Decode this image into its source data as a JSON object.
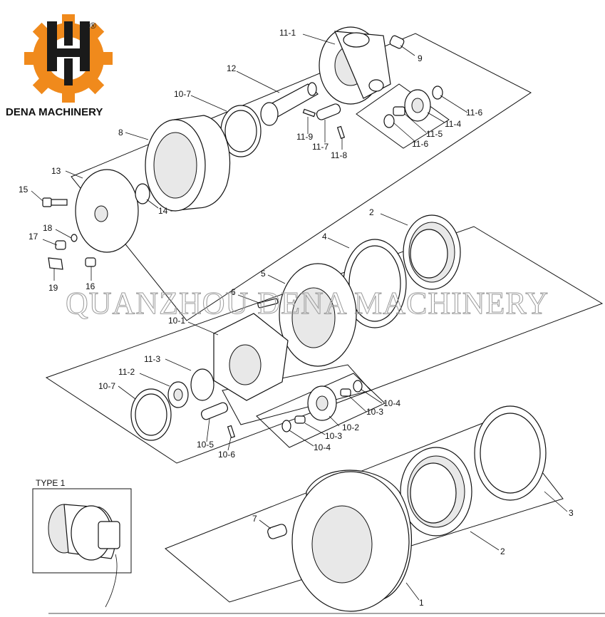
{
  "brand": {
    "name": "DENA MACHINERY",
    "registered": "®",
    "color": "#f08a1c"
  },
  "watermark": "QUANZHOU DENA MACHINERY",
  "inset": {
    "title": "TYPE 1"
  },
  "labels": {
    "l_11_1": "11-1",
    "l_9": "9",
    "l_12": "12",
    "l_10_7a": "10-7",
    "l_11_6a": "11-6",
    "l_11_4": "11-4",
    "l_11_5": "11-5",
    "l_11_6b": "11-6",
    "l_11_9": "11-9",
    "l_11_7": "11-7",
    "l_11_8": "11-8",
    "l_8": "8",
    "l_13": "13",
    "l_15": "15",
    "l_14": "14",
    "l_18": "18",
    "l_17": "17",
    "l_16": "16",
    "l_19": "19",
    "l_2a": "2",
    "l_4": "4",
    "l_5": "5",
    "l_6": "6",
    "l_10_1": "10-1",
    "l_11_3": "11-3",
    "l_11_2": "11-2",
    "l_10_7b": "10-7",
    "l_10_4a": "10-4",
    "l_10_3a": "10-3",
    "l_10_2": "10-2",
    "l_10_3b": "10-3",
    "l_10_4b": "10-4",
    "l_10_5": "10-5",
    "l_10_6": "10-6",
    "l_7": "7",
    "l_3": "3",
    "l_2b": "2",
    "l_1": "1"
  }
}
